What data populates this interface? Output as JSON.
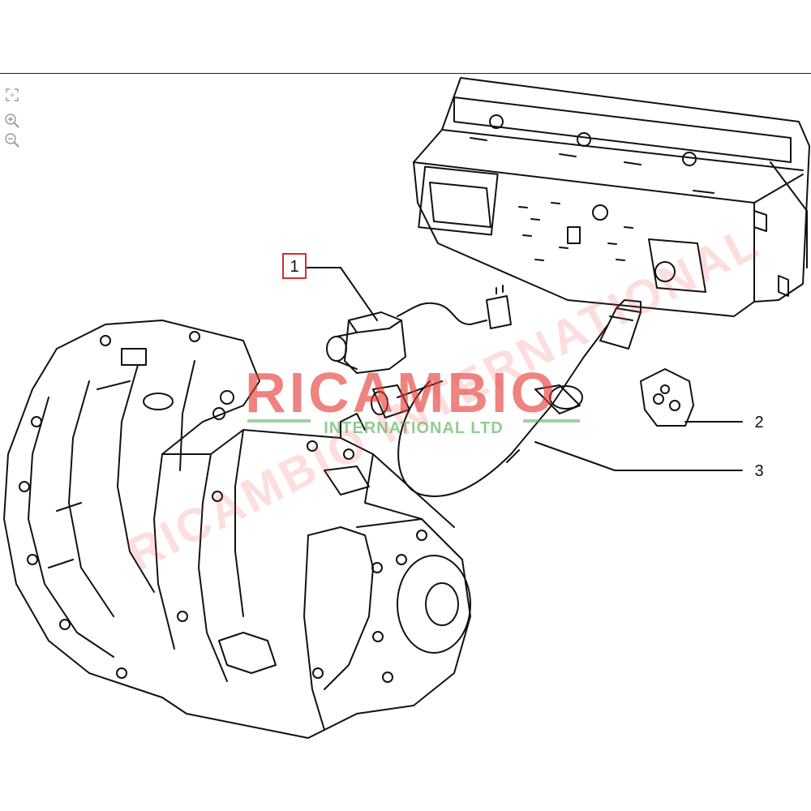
{
  "toolbar": {
    "tools": [
      {
        "icon": "fit-screen-icon"
      },
      {
        "icon": "zoom-in-icon"
      },
      {
        "icon": "zoom-out-icon"
      }
    ]
  },
  "diagram": {
    "callouts": [
      {
        "label": "1",
        "highlighted": true
      },
      {
        "label": "2",
        "highlighted": false
      },
      {
        "label": "3",
        "highlighted": false
      }
    ],
    "highlight_color": "#d32f2f",
    "line_color": "#111111"
  },
  "watermark": {
    "brand": "RICAMBIO",
    "subtitle": "INTERNATIONAL LTD",
    "diagonal": "RICAMBIO INTERNATIONAL",
    "brand_color": "#e53935",
    "accent_color": "#4caf50"
  }
}
